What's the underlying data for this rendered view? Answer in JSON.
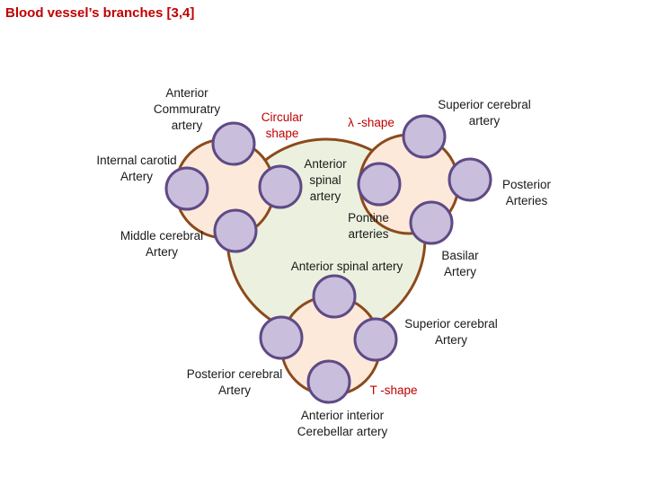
{
  "title": "Blood vessel’s branches [3,4]",
  "labels": {
    "anterior_communicating": "Anterior\nCommuratry\nartery",
    "circular_shape": "Circular\nshape",
    "lambda_shape": "λ -shape",
    "superior_cerebral_top": "Superior cerebral\nartery",
    "internal_carotid": "Internal carotid\nArtery",
    "anterior_spinal_mid": "Anterior\nspinal\nartery",
    "posterior_arteries": "Posterior\nArteries",
    "pontine_arteries": "Pontine\narteries",
    "middle_cerebral": "Middle cerebral\nArtery",
    "basilar": "Basilar\nArtery",
    "anterior_spinal_bottom": "Anterior spinal artery",
    "superior_cerebral_bottom": "Superior cerebral\nArtery",
    "posterior_cerebral": "Posterior cerebral\nArtery",
    "t_shape": "T -shape",
    "anterior_interior_cerebellar": "Anterior interior\nCerebellar artery"
  },
  "colors": {
    "title": "#c00000",
    "big_circle_fill": "#ebf1de",
    "small_circle_fill": "#fde9d9",
    "outline": "#8b4a1c",
    "node_fill": "#c9bedb",
    "node_stroke": "#5e4a86",
    "shape_label": "#c00000"
  }
}
